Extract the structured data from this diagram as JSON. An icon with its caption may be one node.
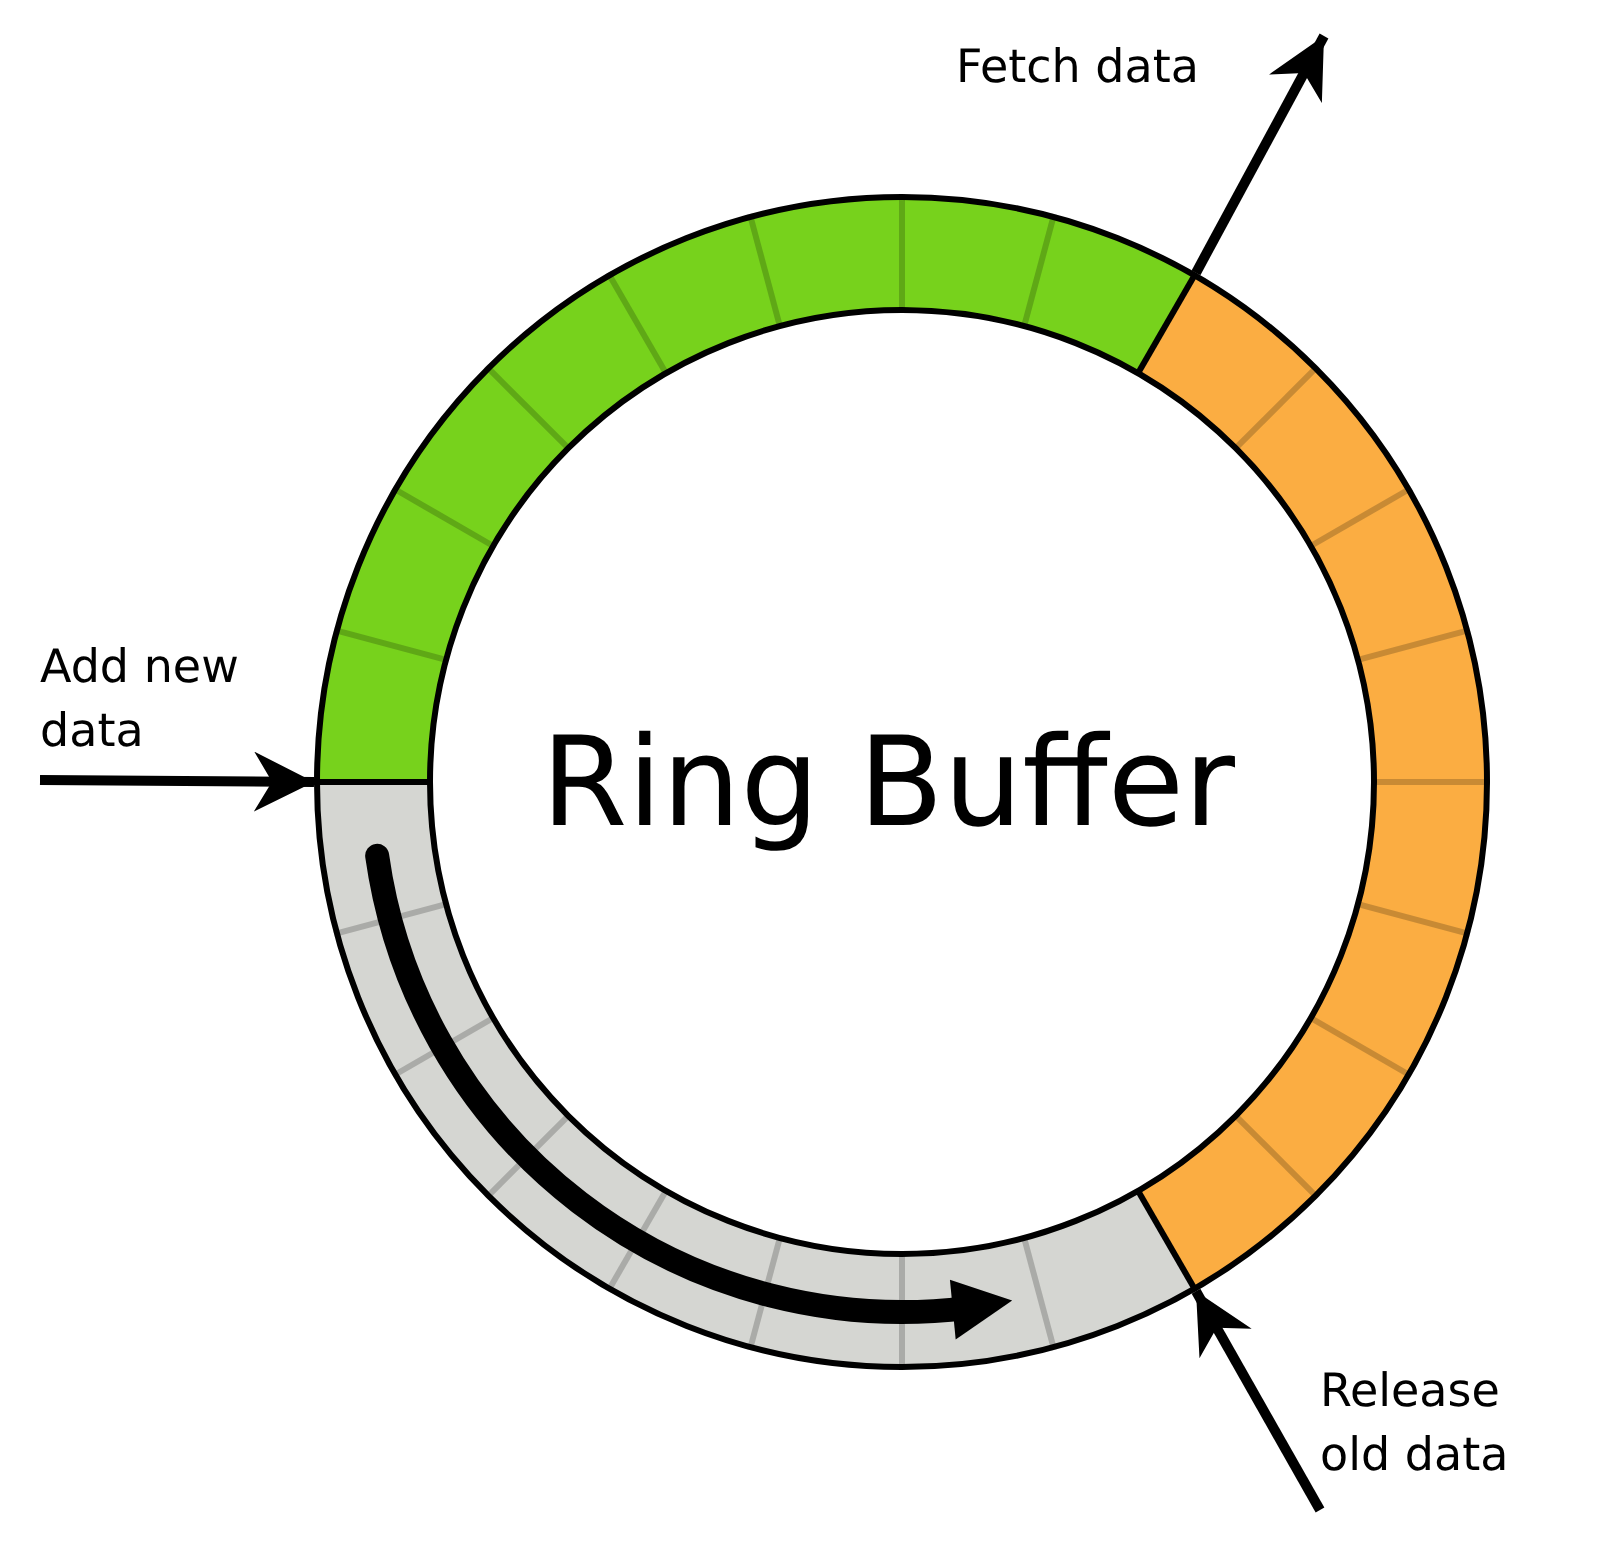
{
  "diagram": {
    "nodes": [
      {
        "text": [
          "Ring Buffer"
        ]
      },
      {
        "text": [
          "Add new data"
        ]
      },
      {
        "text": [
          "Fetch data"
        ]
      },
      {
        "text": [
          "Release old data"
        ]
      }
    ],
    "edges": [
      {
        "from": 1,
        "to": 0,
        "arrow": "to"
      },
      {
        "from": 0,
        "to": 2,
        "arrow": "to"
      },
      {
        "from": 3,
        "to": 0,
        "arrow": "to"
      }
    ]
  }
}
